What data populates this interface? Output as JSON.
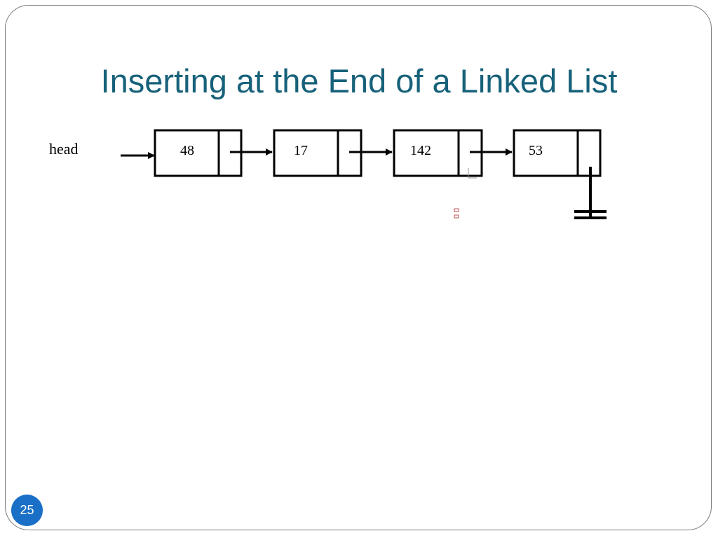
{
  "slide": {
    "title": "Inserting at the End of a Linked List",
    "page_number": "25"
  },
  "diagram": {
    "head_label": "head",
    "nodes": [
      {
        "value": "48"
      },
      {
        "value": "17"
      },
      {
        "value": "142"
      },
      {
        "value": "53",
        "next": "null"
      }
    ]
  }
}
